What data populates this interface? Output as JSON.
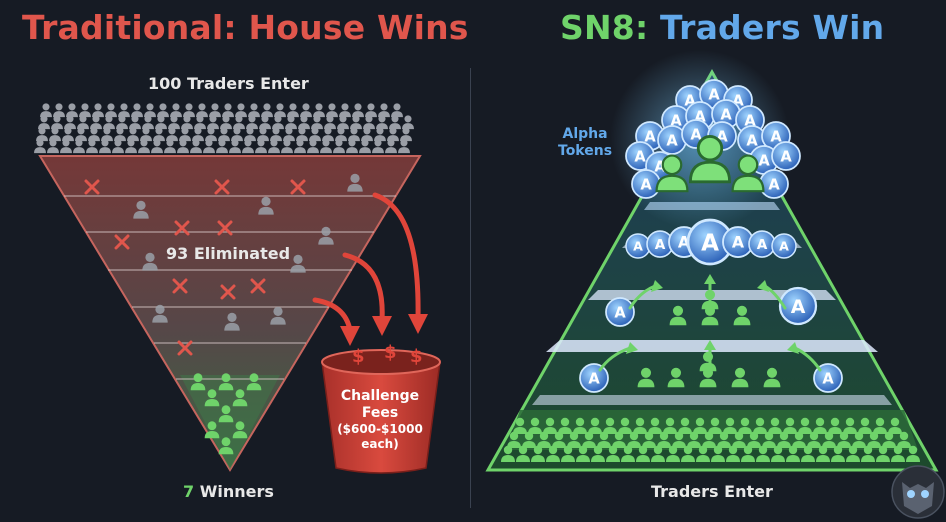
{
  "left": {
    "title": "Traditional: House Wins",
    "enter_label": "100 Traders Enter",
    "eliminated_label": "93 Eliminated",
    "winners_count": "7",
    "winners_word": " Winners",
    "bucket_title_1": "Challenge",
    "bucket_title_2": "Fees",
    "bucket_range": "($600-$1000",
    "bucket_each": "each)"
  },
  "right": {
    "title_part1": "SN8:",
    "title_part2": " Traders Win",
    "tokens_label_1": "Alpha",
    "tokens_label_2": "Tokens",
    "enter_label": "Traders Enter"
  },
  "colors": {
    "red": "#e0564c",
    "green": "#6fd36a",
    "blue": "#62a8ea"
  },
  "icons": {
    "eliminated": "x-mark-icon",
    "coin": "alpha-token-coin-icon",
    "trader": "trader-person-icon",
    "money": "dollar-sign-icon",
    "logo": "owl-logo-icon"
  }
}
